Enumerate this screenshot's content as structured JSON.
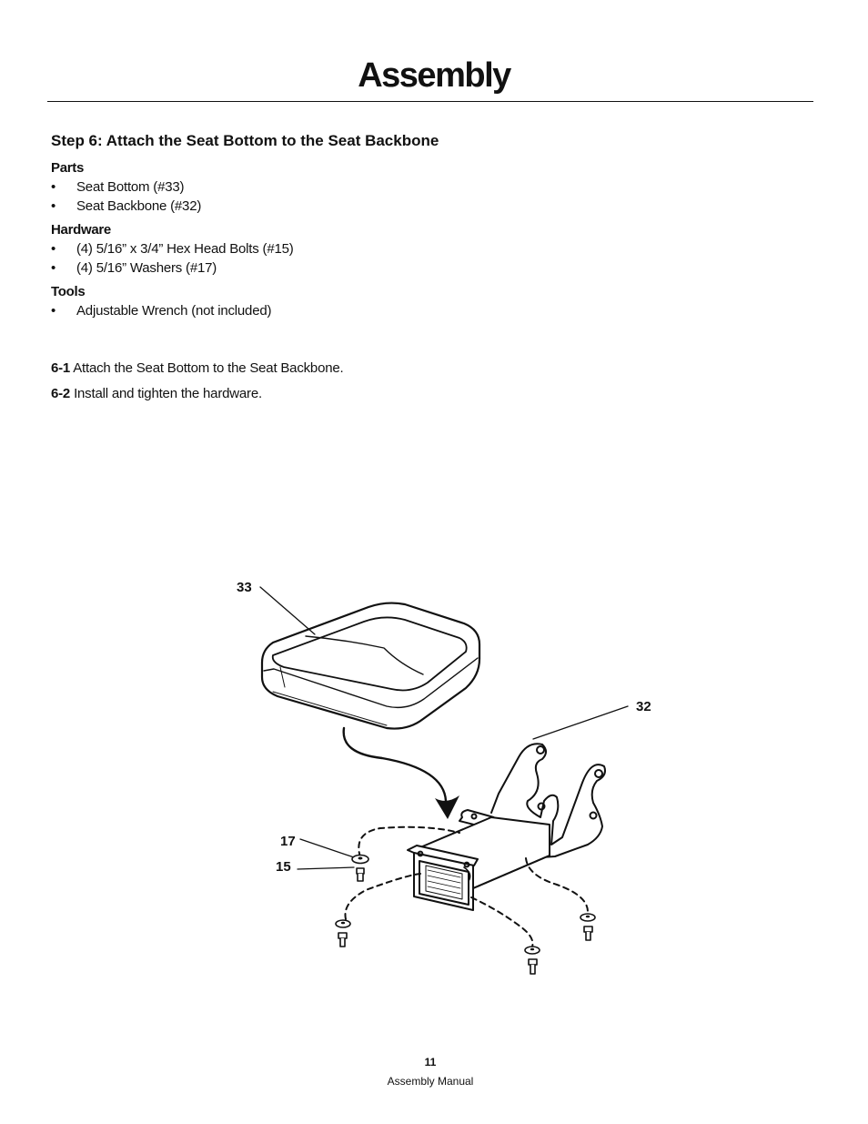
{
  "page": {
    "title": "Assembly",
    "step_heading": "Step 6: Attach the Seat Bottom to the Seat Backbone"
  },
  "parts": {
    "label": "Parts",
    "items": [
      "Seat Bottom (#33)",
      "Seat Backbone (#32)"
    ]
  },
  "hardware": {
    "label": "Hardware",
    "items": [
      "(4) 5/16” x 3/4” Hex Head Bolts (#15)",
      "(4) 5/16” Washers (#17)"
    ]
  },
  "tools": {
    "label": "Tools",
    "items": [
      "Adjustable Wrench (not included)"
    ]
  },
  "bullet_glyph": "•",
  "instructions": [
    {
      "number": "6-1",
      "text": "Attach the Seat Bottom to the Seat Backbone."
    },
    {
      "number": "6-2",
      "text": "Install and tighten the hardware."
    }
  ],
  "diagram": {
    "callouts": {
      "seat_bottom": "33",
      "seat_backbone": "32",
      "washer": "17",
      "bolt": "15"
    }
  },
  "footer": {
    "page_number": "11",
    "label": "Assembly Manual"
  }
}
